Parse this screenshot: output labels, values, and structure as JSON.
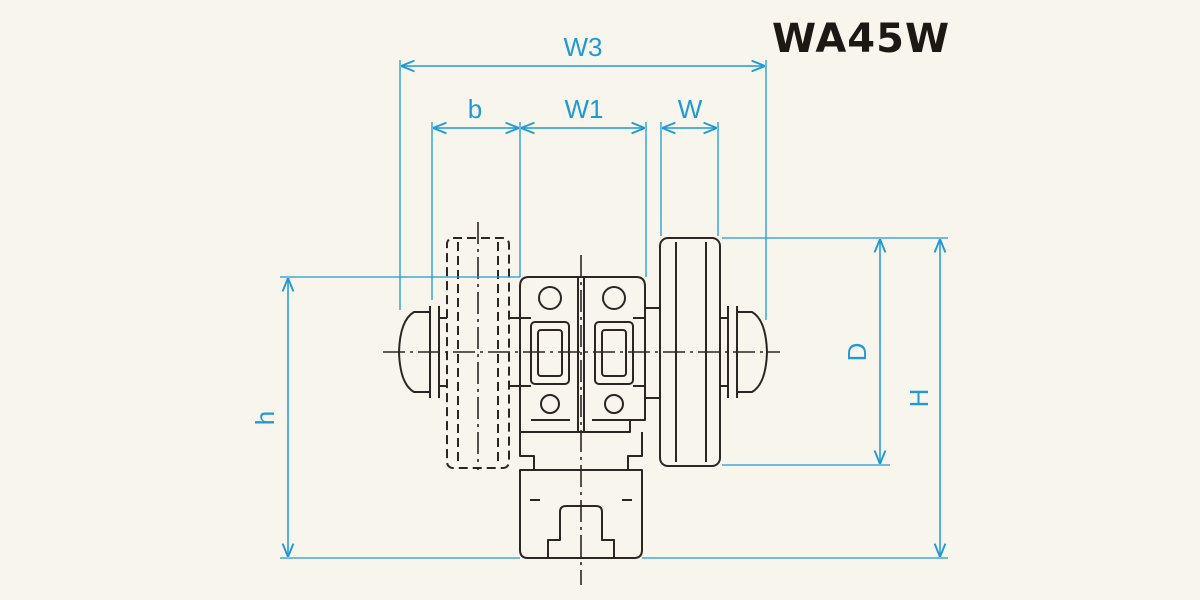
{
  "title": "WA45W",
  "labels": {
    "w3": "W3",
    "b": "b",
    "w1": "W1",
    "w": "W",
    "d": "D",
    "h_upper": "H",
    "h_lower": "h"
  },
  "colors": {
    "background": "#f7f5ec",
    "line": "#2b2624",
    "dimension": "#1f9ad6",
    "title": "#1e1815"
  }
}
